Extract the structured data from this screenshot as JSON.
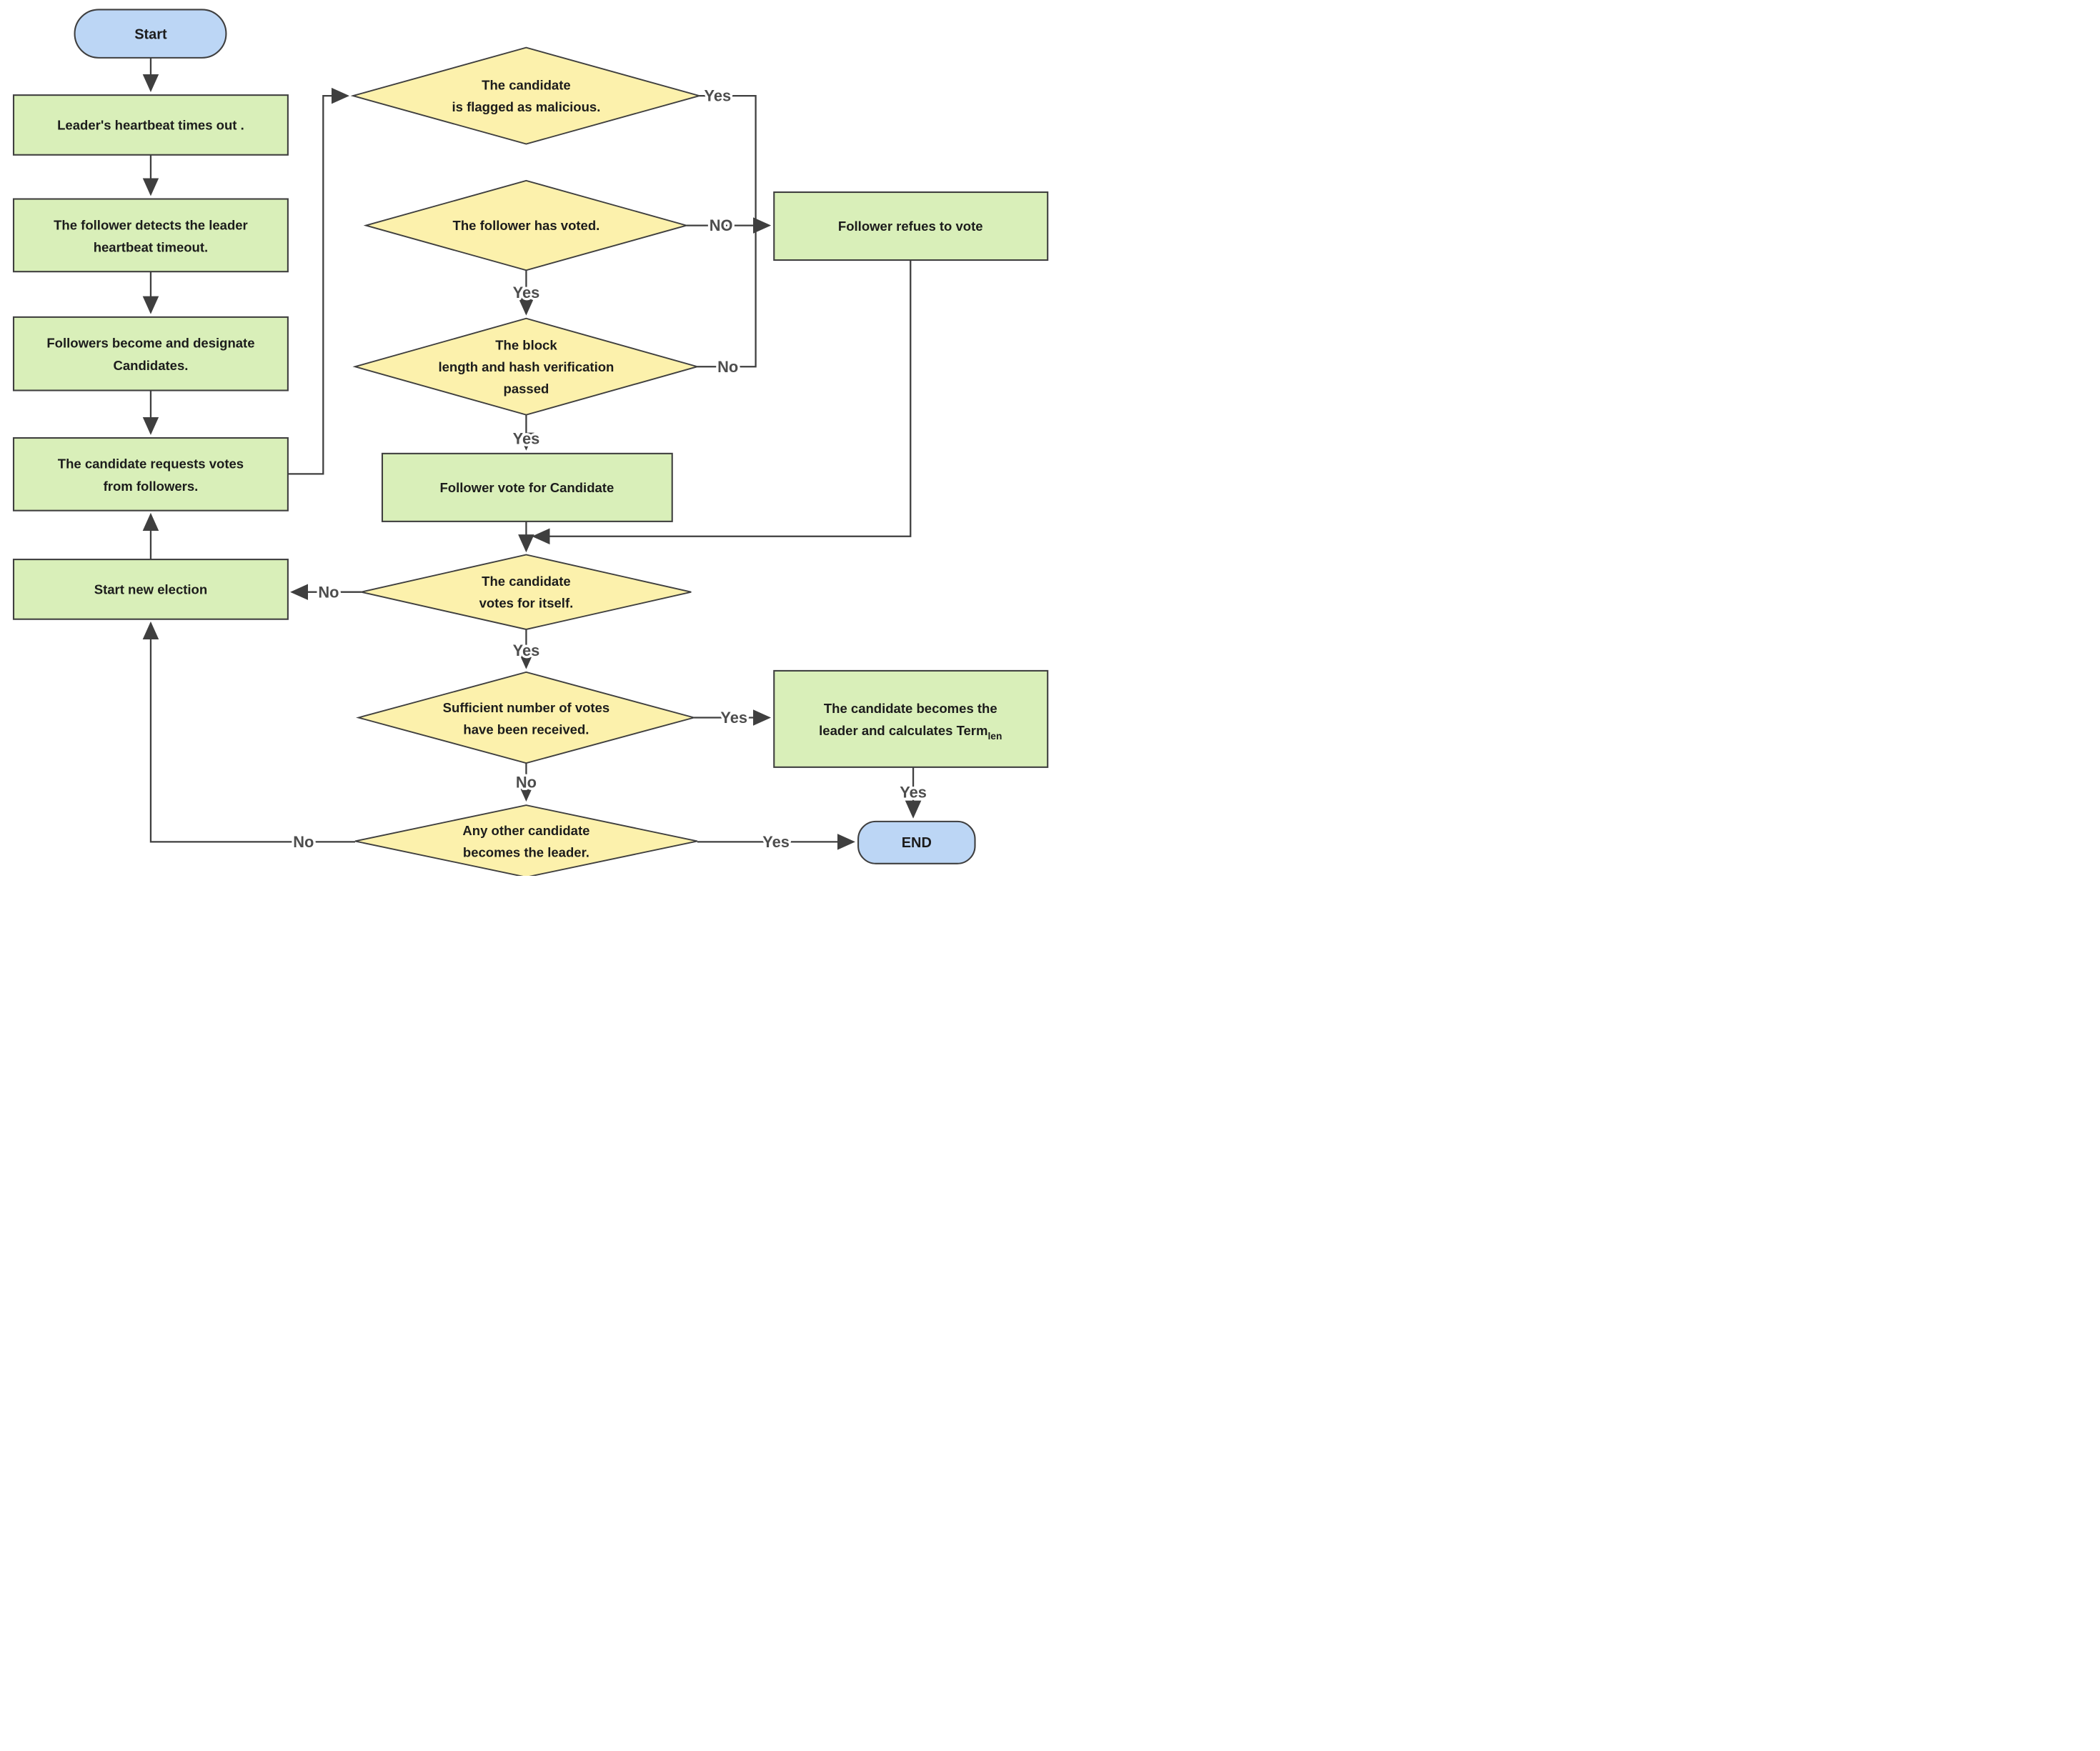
{
  "colors": {
    "process_fill": "#D9EFB9",
    "decision_fill": "#FCF1AC",
    "terminal_fill": "#BCD6F5",
    "shape_stroke": "#3F3F3F",
    "edge_stroke": "#3F3F3F",
    "edge_label_color": "#4D4D4D",
    "node_text_color": "#1C1C1C"
  },
  "nodes": {
    "start": {
      "label": "Start"
    },
    "heartbeat": {
      "lines": [
        "Leader's heartbeat times out ."
      ]
    },
    "detect": {
      "lines": [
        "The follower detects the leader",
        "heartbeat timeout."
      ]
    },
    "become": {
      "lines": [
        "Followers become and designate",
        "Candidates."
      ]
    },
    "request": {
      "lines": [
        "The candidate requests votes",
        "from followers."
      ]
    },
    "new_election": {
      "lines": [
        "Start new election"
      ]
    },
    "malicious": {
      "lines": [
        "The candidate",
        "is flagged as malicious."
      ]
    },
    "voted": {
      "lines": [
        "The follower has voted."
      ]
    },
    "refuse": {
      "lines": [
        "Follower refues to vote"
      ]
    },
    "verify": {
      "lines": [
        "The block",
        "length and hash verification",
        "passed"
      ]
    },
    "vote": {
      "lines": [
        "Follower vote for Candidate"
      ]
    },
    "self_vote": {
      "lines": [
        "The candidate",
        "votes for itself."
      ]
    },
    "votes_received": {
      "lines": [
        "Sufficient number of votes",
        "have been received."
      ]
    },
    "leader": {
      "line1": "The candidate becomes the",
      "line2_main": "leader and calculates Term",
      "line2_sub": "len"
    },
    "other_leader": {
      "lines": [
        "Any other candidate",
        "becomes the leader."
      ]
    },
    "end": {
      "label": "END"
    }
  },
  "edge_labels": {
    "malicious_yes": "Yes",
    "voted_no": "NO",
    "verify_no": "No",
    "verify_yes": "Yes",
    "self_no": "No",
    "self_yes": "Yes",
    "votes_yes": "Yes",
    "votes_no": "No",
    "leader_yes": "Yes",
    "other_yes": "Yes",
    "other_no": "No"
  }
}
